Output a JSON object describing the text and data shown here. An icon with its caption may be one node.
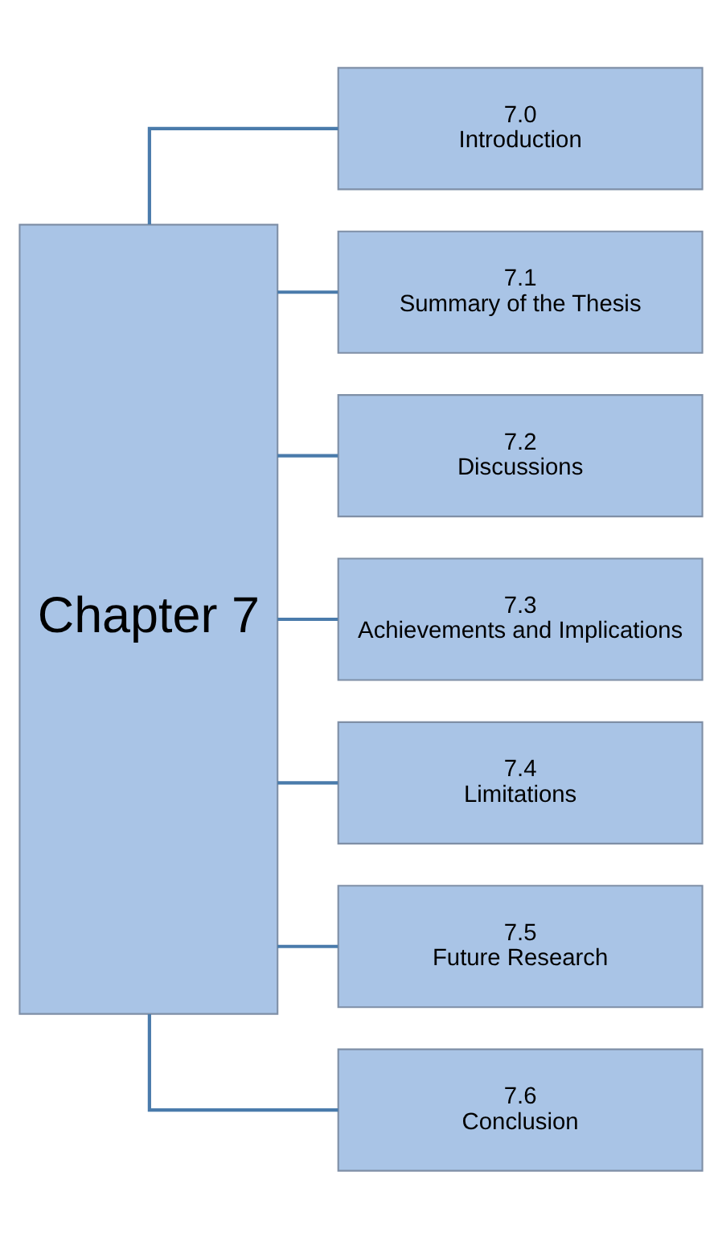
{
  "diagram": {
    "nodes": [
      {
        "text": [
          "Chapter 7"
        ]
      },
      {
        "text": [
          "7.0",
          "Introduction"
        ]
      },
      {
        "text": [
          "7.1",
          "Summary of the Thesis"
        ]
      },
      {
        "text": [
          "7.2",
          "Discussions"
        ]
      },
      {
        "text": [
          "7.3",
          "Achievements and Implications"
        ]
      },
      {
        "text": [
          "7.4",
          "Limitations"
        ]
      },
      {
        "text": [
          "7.5",
          "Future Research"
        ]
      },
      {
        "text": [
          "7.6",
          "Conclusion"
        ]
      }
    ],
    "edges": [
      {
        "from": 0,
        "to": 1,
        "arrow": "none"
      },
      {
        "from": 0,
        "to": 2,
        "arrow": "none"
      },
      {
        "from": 0,
        "to": 3,
        "arrow": "none"
      },
      {
        "from": 0,
        "to": 4,
        "arrow": "none"
      },
      {
        "from": 0,
        "to": 5,
        "arrow": "none"
      },
      {
        "from": 0,
        "to": 6,
        "arrow": "none"
      },
      {
        "from": 0,
        "to": 7,
        "arrow": "none"
      }
    ]
  }
}
